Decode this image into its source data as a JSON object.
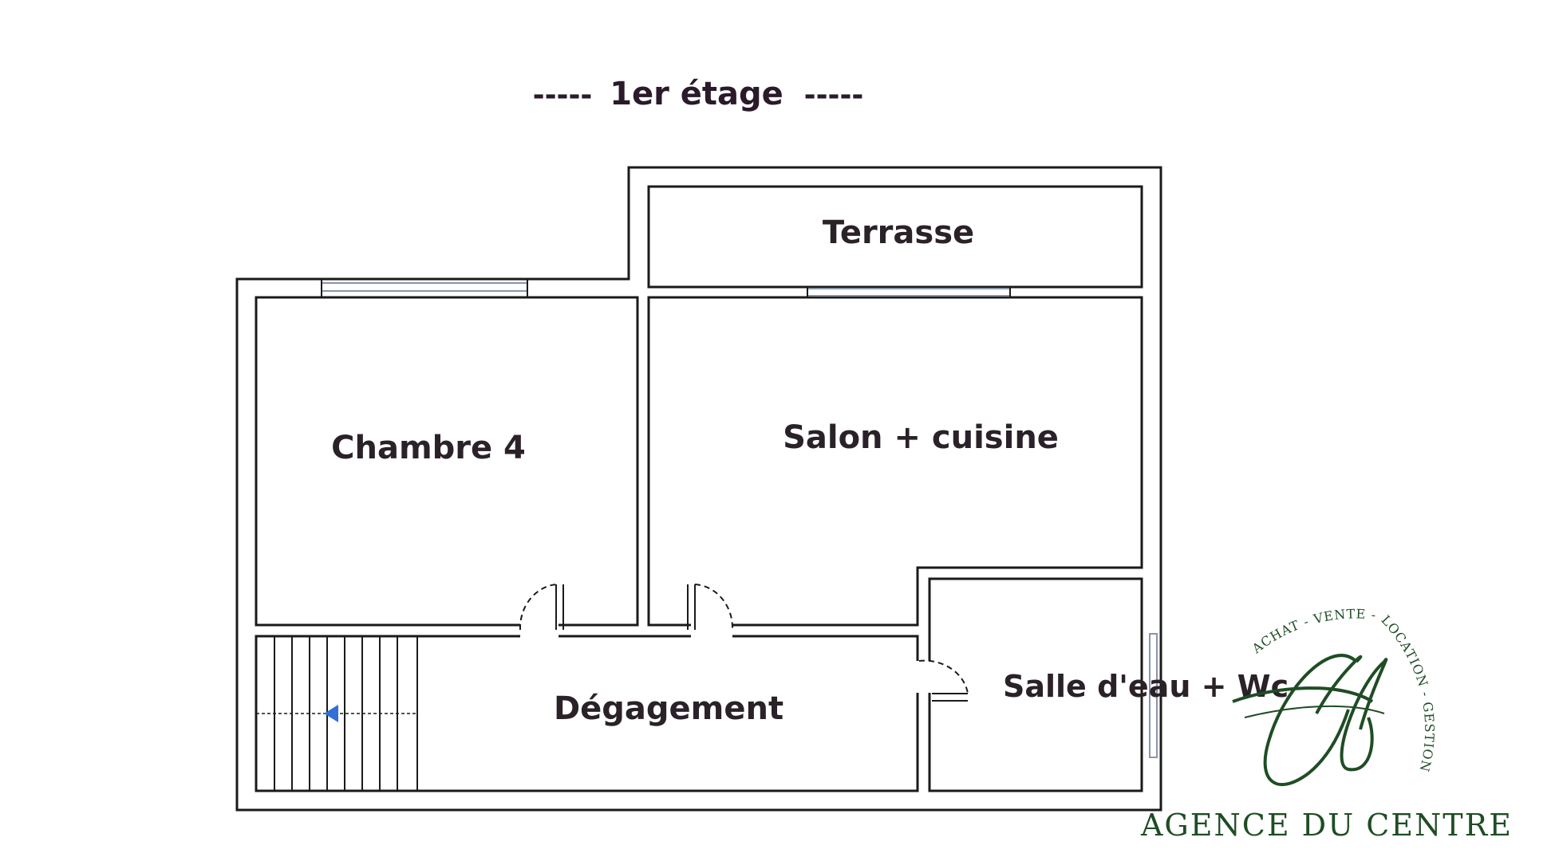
{
  "floor_title": "1er étage",
  "title_dashes": "-----",
  "rooms": {
    "terrasse": "Terrasse",
    "chambre": "Chambre 4",
    "salon": "Salon + cuisine",
    "degagement": "Dégagement",
    "salle_eau": "Salle d'eau + Wc"
  },
  "logo": {
    "arc_text": "ACHAT - VENTE - LOCATION - GESTION",
    "agency_name": "AGENCE DU CENTRE",
    "color": "#1f4d25"
  },
  "colors": {
    "wall": "#1a1a1a",
    "window": "#8a95a8",
    "stair_arrow": "#2f6fd6"
  }
}
